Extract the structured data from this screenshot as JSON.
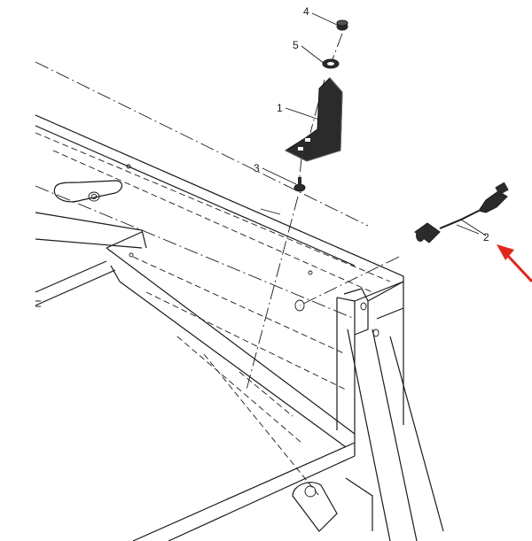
{
  "callouts": [
    {
      "id": "4",
      "label": "4"
    },
    {
      "id": "5",
      "label": "5"
    },
    {
      "id": "1",
      "label": "1"
    },
    {
      "id": "3",
      "label": "3"
    },
    {
      "id": "2",
      "label": "2"
    }
  ],
  "colors": {
    "line": "#1a1a1a",
    "part_fill": "#2b2b2b",
    "arrow": "#e0261b",
    "background": "#ffffff"
  },
  "icons": {
    "indicator": "red-arrow-icon"
  }
}
